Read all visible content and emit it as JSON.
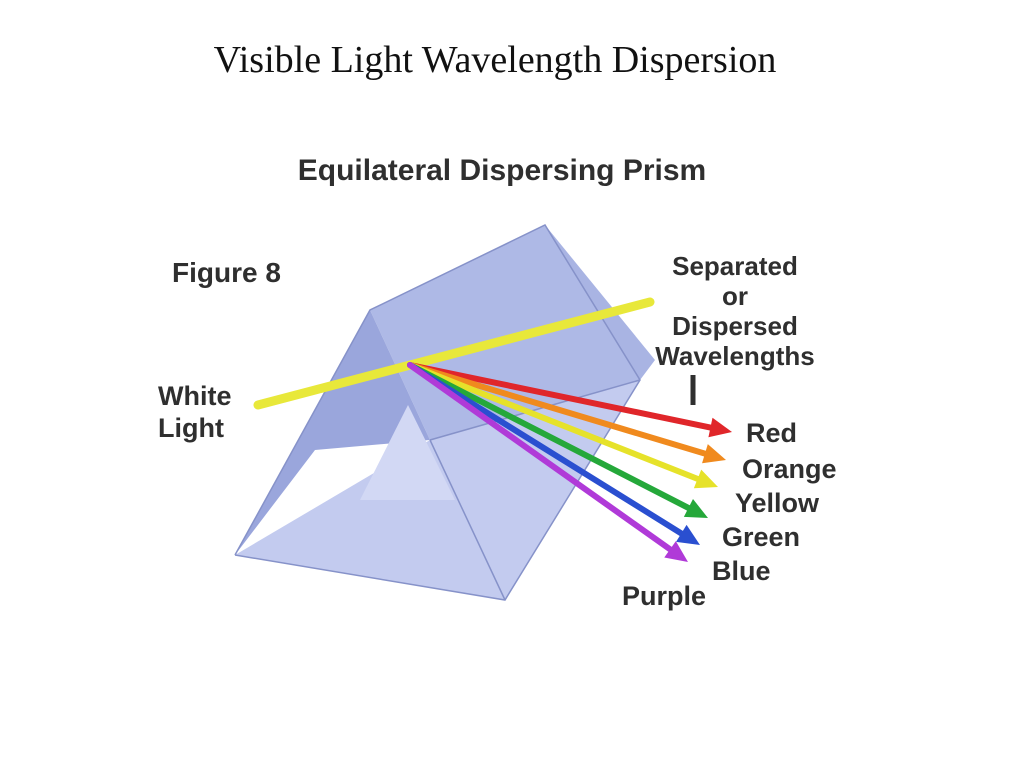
{
  "slide": {
    "title": "Visible Light Wavelength Dispersion"
  },
  "figure": {
    "heading": "Equilateral Dispersing Prism",
    "figure_label": "Figure 8",
    "input_label_lines": [
      "White",
      "Light"
    ],
    "output_label_lines": [
      "Separated",
      "or",
      "Dispersed",
      "Wavelengths"
    ],
    "colors": {
      "prism_top": "#aeb9e6",
      "prism_left": "#9aa6dc",
      "prism_right": "#a9b4e3",
      "prism_face": "#c3cbef",
      "prism_edge": "#8692c9",
      "white_light": "#e8e83a"
    },
    "wavelengths": [
      {
        "label": "Red",
        "color": "#e0262a"
      },
      {
        "label": "Orange",
        "color": "#f08a1e"
      },
      {
        "label": "Yellow",
        "color": "#e6e22a"
      },
      {
        "label": "Green",
        "color": "#25a83a"
      },
      {
        "label": "Blue",
        "color": "#2a4fd0"
      },
      {
        "label": "Purple",
        "color": "#b03ad8"
      }
    ]
  }
}
